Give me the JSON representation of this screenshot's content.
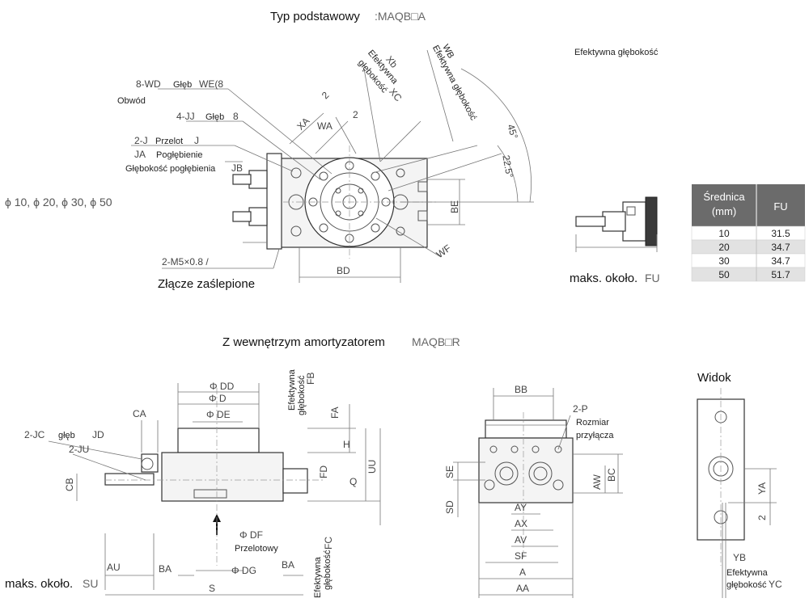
{
  "top": {
    "title": "Typ podstawowy",
    "title_code": ":MAQB□A",
    "efektywna_top": "Efektywna głębokość",
    "bore_list": "ϕ 10, ϕ 20, ϕ 30, ϕ 50",
    "wd": "8-WD",
    "wd_glab": "Głęb",
    "wd_we": "WE(8",
    "obwod": "Obwód",
    "jj": "4-JJ",
    "jj_glab": "Głęb",
    "jj_val": "8",
    "j2": "2-J",
    "przelot": "Przelot",
    "j": "J",
    "ja": "JA",
    "poglebienie": "Pogłębienie",
    "gleb_pogleb": "Głębokość pogłębienia",
    "jb": "JB",
    "xa": "XA",
    "wa": "WA",
    "two_a": "2",
    "two_b": "2",
    "xb": "Xb",
    "efektywna_a": "Efektywna",
    "glebokosc_xc": "głębokość",
    "xc": "XC",
    "wb": "WB",
    "efektywna_b": "Efektywna głębokość",
    "deg45": "45°",
    "deg225": "22.5°",
    "be": "BE",
    "wf": "WF",
    "bd": "BD",
    "m5": "2-M5×0.8 /",
    "zlacze": "Złącze zaślepione",
    "maks_fu": "maks. około.",
    "fu_code": "FU"
  },
  "fu_table": {
    "header": [
      "Średnica (mm)",
      "FU"
    ],
    "header_line1": "Średnica",
    "header_line2": "(mm)",
    "rows": [
      [
        "10",
        "31.5"
      ],
      [
        "20",
        "34.7"
      ],
      [
        "30",
        "34.7"
      ],
      [
        "50",
        "51.7"
      ]
    ]
  },
  "bottom": {
    "title": "Z wewnętrzym amortyzatorem",
    "title_code": "MAQB□R",
    "widok": "Widok",
    "dd": "Φ DD",
    "d": "Φ D",
    "de": "Φ DE",
    "ca": "CA",
    "jc": "2-JC",
    "jc_glab": "głęb",
    "jd": "JD",
    "ju": "2-JU",
    "cb": "CB",
    "efektywna_fb": "Efektywna",
    "glebokosc_fb": "głębokość",
    "fb": "FB",
    "fa": "FA",
    "h": "H",
    "fd": "FD",
    "q": "Q",
    "uu": "UU",
    "df": "Φ DF",
    "przelotowy": "Przelotowy",
    "dg": "Φ DG",
    "efektywna_fc": "Efektywna",
    "glebokosc_fc": "głębokość",
    "fc": "FC",
    "au": "AU",
    "ba": "BA",
    "ba2": "BA",
    "s": "S",
    "maks_su": "maks. około.",
    "su_code": "SU",
    "bb": "BB",
    "p2": "2-P",
    "rozmiar": "Rozmiar",
    "przylacza": "przyłącza",
    "se": "SE",
    "sd": "SD",
    "aw": "AW",
    "bc": "BC",
    "ay": "AY",
    "ax": "AX",
    "av": "AV",
    "sf": "SF",
    "a": "A",
    "aa": "AA",
    "ya": "YA",
    "two_c": "2",
    "yb": "YB",
    "efektywna_yc": "Efektywna",
    "glebokosc_yc": "głębokość",
    "yc": "YC"
  },
  "colors": {
    "table_header": "#6b6b6b",
    "table_alt": "#e2e2e2",
    "line": "#555555"
  }
}
